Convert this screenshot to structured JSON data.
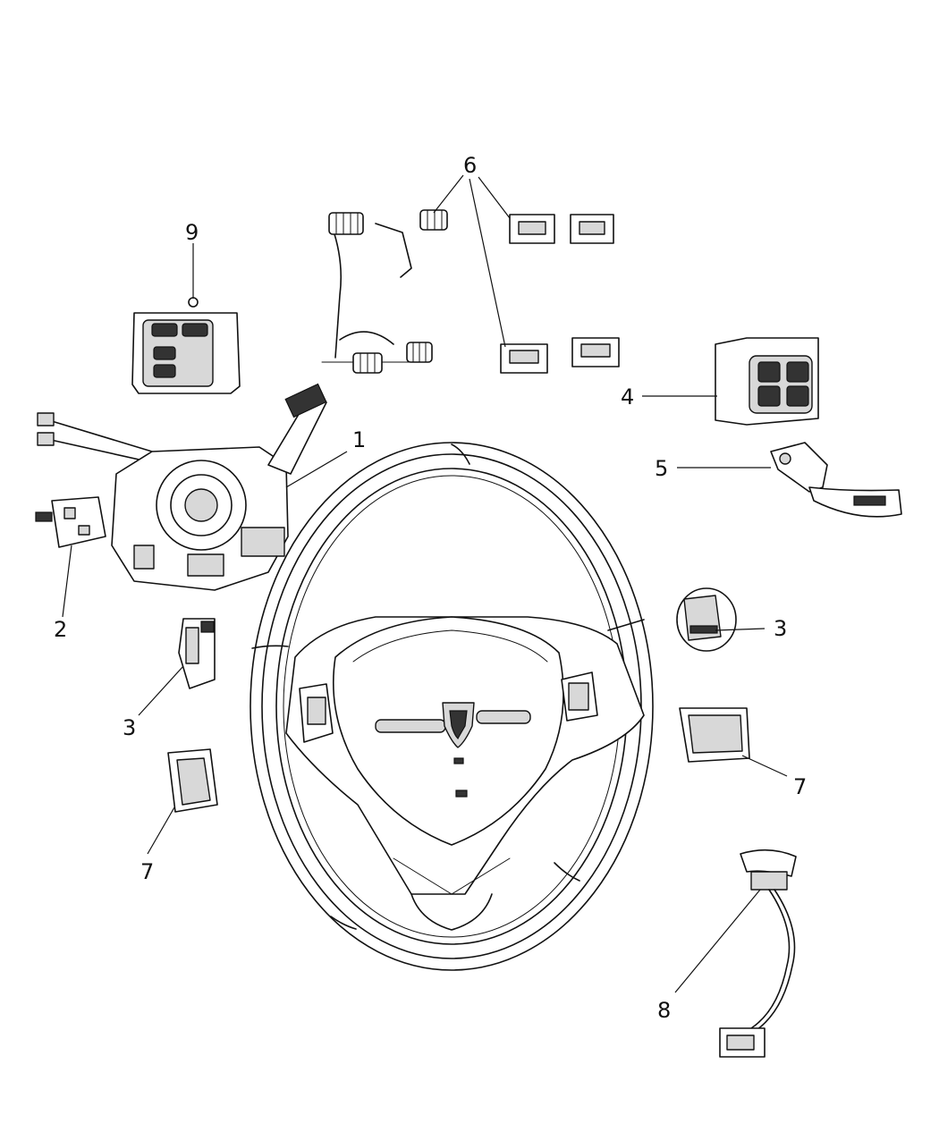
{
  "callouts": [
    {
      "id": "c1",
      "label": "1"
    },
    {
      "id": "c2",
      "label": "2"
    },
    {
      "id": "c3a",
      "label": "3"
    },
    {
      "id": "c3b",
      "label": "3"
    },
    {
      "id": "c4",
      "label": "4"
    },
    {
      "id": "c5",
      "label": "5"
    },
    {
      "id": "c6",
      "label": "6"
    },
    {
      "id": "c7a",
      "label": "7"
    },
    {
      "id": "c7b",
      "label": "7"
    },
    {
      "id": "c8",
      "label": "8"
    },
    {
      "id": "c9",
      "label": "9"
    }
  ]
}
